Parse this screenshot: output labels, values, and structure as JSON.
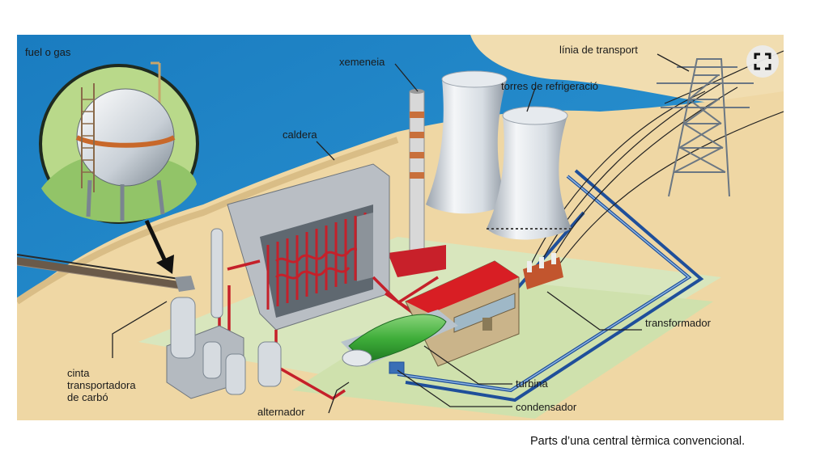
{
  "diagram": {
    "labels": {
      "fuel": "fuel o gas",
      "xemeneia": "xemeneia",
      "linia": "línia de transport",
      "torres": "torres de refrigeració",
      "caldera": "caldera",
      "transformador": "transformador",
      "cinta": "cinta\ntransportadora\nde carbó",
      "turbina": "turbina",
      "alternador": "alternador",
      "condensador": "condensador"
    },
    "colors": {
      "sea": "#1b7fc0",
      "sand": "#efd7a4",
      "ground": "#d5e2b8",
      "steam_pipe": "#c5202a",
      "water_pipe": "#1f4f9a",
      "turbine": "#3fae3a",
      "roof": "#d81e24"
    }
  },
  "caption": "Parts d’una central tèrmica convencional.",
  "controls": {
    "expand_icon": "expand-fullscreen-icon"
  }
}
